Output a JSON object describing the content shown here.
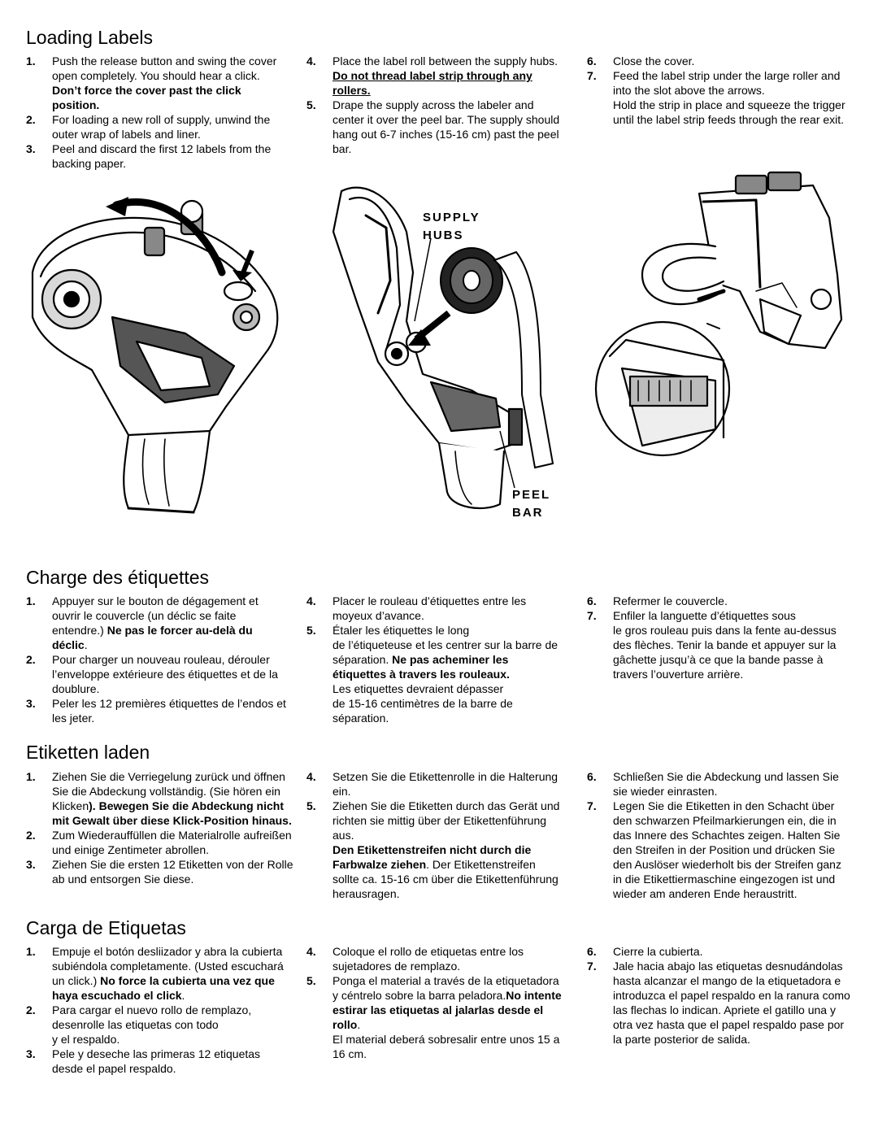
{
  "en": {
    "title": "Loading Labels",
    "s1_num": "1.",
    "s1_a": "Push the release button and swing the cover open completely. You should hear a click.",
    "s1_b": "Don’t force the cover past the click position.",
    "s2_num": "2.",
    "s2": "For loading a new roll of supply, unwind the outer wrap of labels and liner.",
    "s3_num": "3.",
    "s3": "Peel and discard the first 12 labels from the backing paper.",
    "s4_num": "4.",
    "s4": "Place the label roll between the supply hubs.",
    "s4_note": "Do not thread label strip through any rollers.",
    "s5_num": "5.",
    "s5": "Drape the supply across the labeler and center it over the peel bar. The supply should hang out 6-7 inches (15-16 cm) past the peel bar.",
    "s6_num": "6.",
    "s6": "Close the cover.",
    "s7_num": "7.",
    "s7": "Feed the label strip under the large roller and into the slot above the arrows.",
    "s7_b": "Hold the strip in place and squeeze the trigger until the label strip feeds through the rear exit."
  },
  "figure": {
    "supply_hubs_1": "SUPPLY",
    "supply_hubs_2": "HUBS",
    "peel_bar_1": "PEEL",
    "peel_bar_2": "BAR"
  },
  "fr": {
    "title": "Charge des étiquettes",
    "s1_num": "1.",
    "s1_a": "Appuyer sur le bouton de dégagement et ouvrir le couvercle (un déclic se faite entendre.)",
    "s1_b": "Ne pas le forcer au-delà du déclic",
    "s1_c": ".",
    "s2_num": "2.",
    "s2": "Pour charger un nouveau rouleau, dérouler l’enveloppe extérieure des étiquettes et de la doublure.",
    "s3_num": "3.",
    "s3": "Peler les 12 premières étiquettes de l’endos et les jeter.",
    "s4_num": "4.",
    "s4": "Placer le rouleau d’étiquettes entre les moyeux d’avance.",
    "s5_num": "5.",
    "s5_a": "Étaler les étiquettes le long",
    "s5_b": "de l’étiqueteuse et les centrer sur la barre de séparation.",
    "s5_c": "Ne pas acheminer les étiquettes à travers les rouleaux.",
    "s5_d": "Les etiquettes devraient dépasser",
    "s5_e": "de 15-16 centimètres de la barre de séparation.",
    "s6_num": "6.",
    "s6": "Refermer le couvercle.",
    "s7_num": "7.",
    "s7_a": "Enfiler la languette d’étiquettes sous",
    "s7_b": "le gros rouleau puis dans la fente au-dessus des flèches. Tenir la bande et appuyer sur la gâchette jusqu’à ce que la bande passe à travers l’ouverture arrière."
  },
  "de": {
    "title": "Etiketten laden",
    "s1_num": "1.",
    "s1_a": "Ziehen Sie die Verriegelung zurück und öffnen Sie die Abdeckung vollständig. (Sie hören ein Klicken",
    "s1_b": "). Bewegen Sie die Abdeckung nicht mit Gewalt über diese Klick-Position hinaus.",
    "s2_num": "2.",
    "s2": "Zum Wiederauffüllen die Materialrolle aufreißen und einige Zentimeter abrollen.",
    "s3_num": "3.",
    "s3": "Ziehen Sie die ersten 12 Etiketten von der Rolle ab und entsorgen Sie diese.",
    "s4_num": "4.",
    "s4": "Setzen Sie die Etikettenrolle in die Halterung ein.",
    "s5_num": "5.",
    "s5": "Ziehen Sie die Etiketten durch das Gerät und richten sie mittig über der Etikettenführung aus.",
    "s5_b": "Den Etikettenstreifen nicht durch die Farbwalze ziehen",
    "s5_c": ". Der Etikettenstreifen sollte ca. 15-16 cm über die Etikettenführung herausragen.",
    "s6_num": "6.",
    "s6": "Schließen Sie die Abdeckung und lassen Sie sie wieder einrasten.",
    "s7_num": "7.",
    "s7": "Legen Sie die Etiketten in den Schacht über den schwarzen Pfeilmarkierungen ein, die in das Innere des Schachtes zeigen. Halten Sie den Streifen in der Position und drücken Sie den Auslöser wiederholt bis der Streifen ganz in die Etikettiermaschine eingezogen ist und wieder am anderen Ende heraustritt."
  },
  "es": {
    "title": "Carga de Etiquetas",
    "s1_num": "1.",
    "s1_a": "Empuje el botón desliizador  y abra la cubierta subiéndola completamente. (Usted escuchará un click.)",
    "s1_b": "No force la cubierta una vez que haya escuchado el click",
    "s1_c": ".",
    "s2_num": "2.",
    "s2_a": "Para cargar el nuevo rollo de remplazo, desenrolle las etiquetas con todo",
    "s2_b": "y el respaldo.",
    "s3_num": "3.",
    "s3": "Pele y deseche  las primeras 12 etiquetas desde el papel respaldo.",
    "s4_num": "4.",
    "s4": "Coloque el rollo de etiquetas entre los sujetadores de remplazo.",
    "s5_num": "5.",
    "s5_a": "Ponga el material a través de la etiquetadora y céntrelo sobre la barra peladora.",
    "s5_b": "No intente estirar las etiquetas al jalarlas desde el rollo",
    "s5_c": ".",
    "s5_d": "El material deberá sobresalir entre unos 15 a 16 cm.",
    "s6_num": "6.",
    "s6": "Cierre la cubierta.",
    "s7_num": "7.",
    "s7": "Jale hacia abajo las etiquetas desnudándolas hasta alcanzar el mango de la etiquetadora e introduzca el papel respaldo en la ranura como las flechas lo indican. Apriete el gatillo una y otra vez hasta que el papel respaldo pase por la parte posterior de salida."
  }
}
